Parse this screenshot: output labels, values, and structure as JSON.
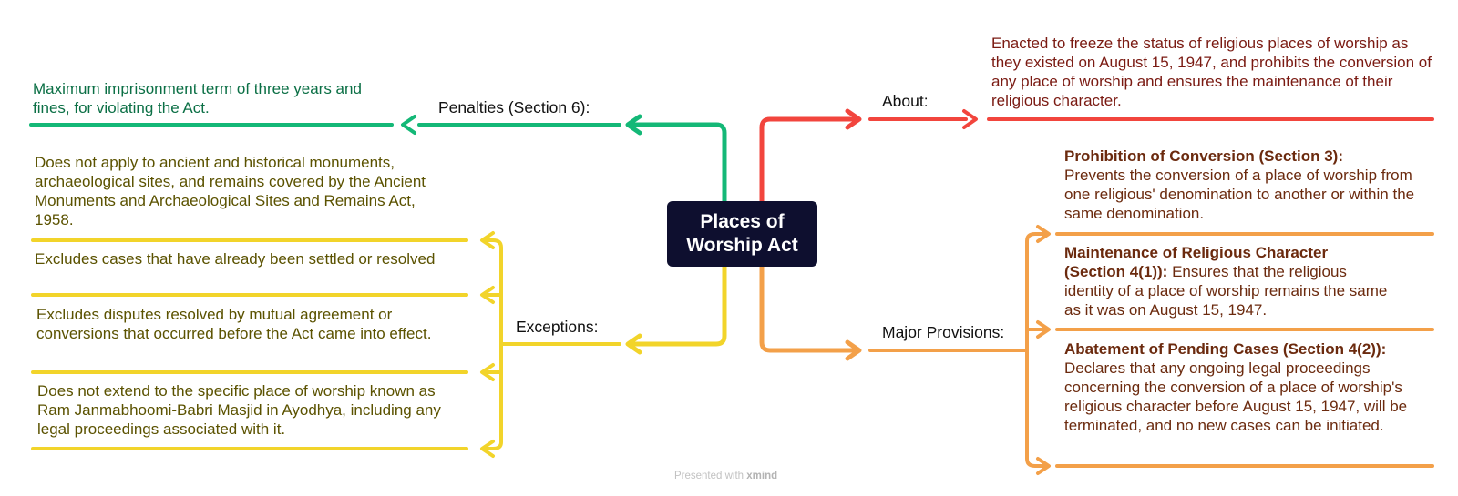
{
  "root": {
    "title": "Places of Worship Act"
  },
  "colors": {
    "root_bg": "#0e0f2f",
    "penalties": "#14b877",
    "penalties_text": "#0b6f45",
    "exceptions": "#f2d42a",
    "exceptions_text": "#5b5200",
    "about": "#f2453d",
    "about_text": "#7a1a12",
    "provisions": "#f3a049",
    "provisions_text": "#6b2a0e"
  },
  "branches": {
    "penalties": {
      "label": "Penalties (Section 6):",
      "text": "Maximum imprisonment term of three years and fines, for violating the Act."
    },
    "exceptions": {
      "label": "Exceptions:",
      "items": [
        "Does not apply to ancient and historical monuments, archaeological sites, and remains covered by the Ancient Monuments and Archaeological Sites and Remains Act, 1958.",
        "Excludes cases that have already been settled or resolved",
        "Excludes disputes resolved by mutual agreement or conversions that occurred before the Act came into effect.",
        "Does not extend to the specific place of worship known as Ram Janmabhoomi-Babri Masjid in Ayodhya, including any legal proceedings associated with it."
      ]
    },
    "about": {
      "label": "About:",
      "text": "Enacted to freeze the status of religious places of worship as they existed on August 15, 1947, and prohibits the conversion of any place of worship and ensures the maintenance of their religious character."
    },
    "provisions": {
      "label": "Major Provisions:",
      "items": [
        {
          "title": "Prohibition of Conversion (Section 3):",
          "text": "Prevents the conversion of a place of worship from one religious' denomination to another or within the same denomination."
        },
        {
          "title": "Maintenance of Religious Character (Section 4(1)):",
          "text": "Ensures that the religious identity of a place of worship remains the same as it was on August 15, 1947."
        },
        {
          "title": "Abatement of Pending Cases (Section 4(2)):",
          "text": "Declares that any ongoing legal proceedings concerning the conversion of a place of worship's religious character before August 15, 1947, will be terminated, and no new cases can be initiated."
        }
      ]
    }
  },
  "footer": {
    "prefix": "Presented with",
    "brand": "xmind"
  }
}
